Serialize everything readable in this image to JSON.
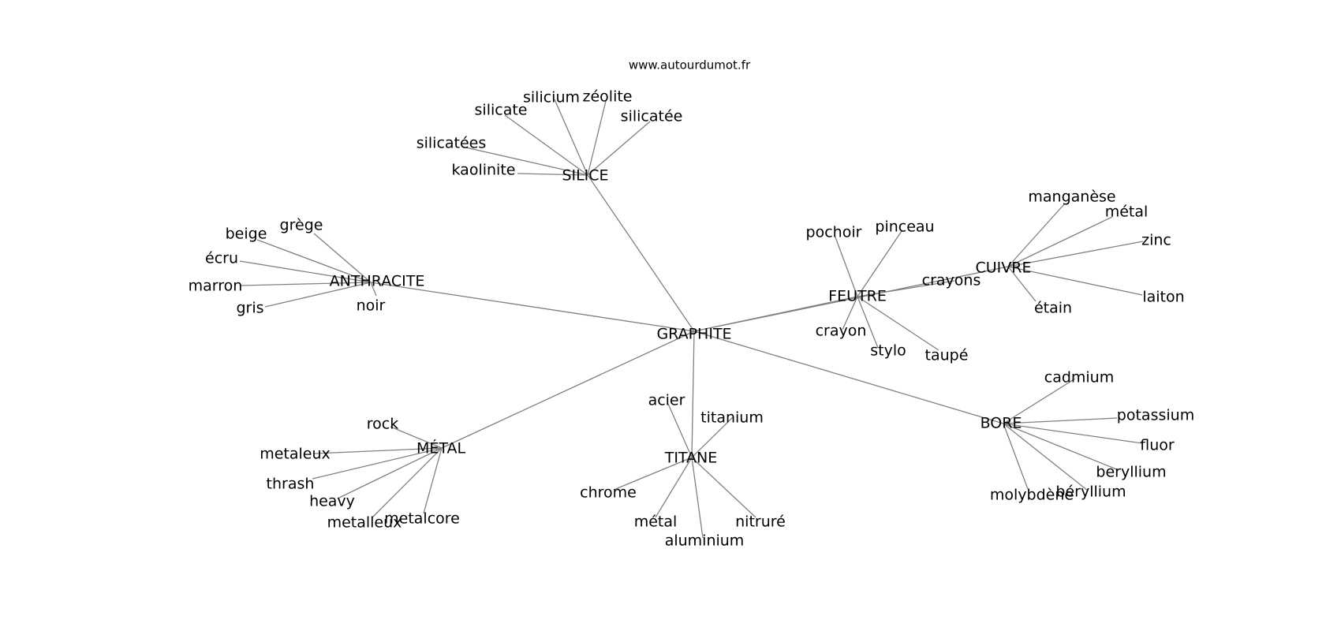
{
  "source_label": "www.autourdumot.fr",
  "graph": {
    "center": "GRAPHITE",
    "hubs": [
      {
        "id": "silice",
        "label": "SILICE",
        "words": [
          "silicate",
          "silicium",
          "zéolite",
          "silicatée",
          "silicatées",
          "kaolinite"
        ]
      },
      {
        "id": "anthracite",
        "label": "ANTHRACITE",
        "words": [
          "grège",
          "beige",
          "écru",
          "marron",
          "gris",
          "noir"
        ]
      },
      {
        "id": "feutre",
        "label": "FEUTRE",
        "words": [
          "pochoir",
          "pinceau",
          "crayons",
          "crayon",
          "stylo",
          "taupé"
        ]
      },
      {
        "id": "cuivre",
        "label": "CUIVRE",
        "words": [
          "manganèse",
          "métal",
          "zinc",
          "laiton",
          "étain"
        ]
      },
      {
        "id": "metal",
        "label": "MÉTAL",
        "words": [
          "rock",
          "metaleux",
          "thrash",
          "heavy",
          "metalleux",
          "metalcore"
        ]
      },
      {
        "id": "titane",
        "label": "TITANE",
        "words": [
          "acier",
          "titanium",
          "chrome",
          "métal",
          "aluminium",
          "nitruré"
        ]
      },
      {
        "id": "bore",
        "label": "BORE",
        "words": [
          "cadmium",
          "potassium",
          "fluor",
          "beryllium",
          "béryllium",
          "molybdène"
        ]
      }
    ]
  }
}
